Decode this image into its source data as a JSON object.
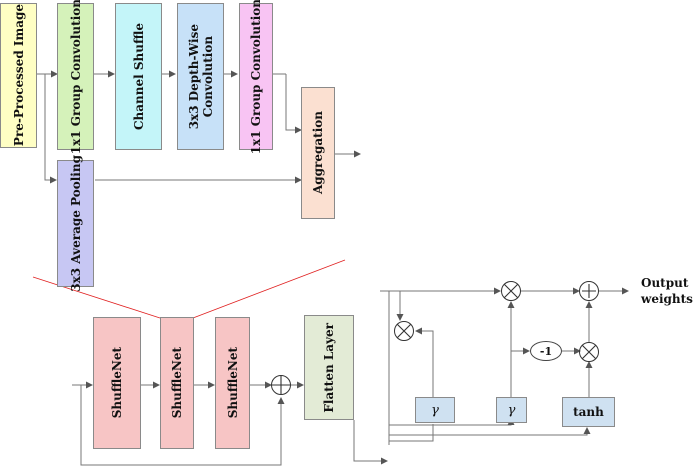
{
  "top_branch": {
    "input": "Pre-Processed Image",
    "group_conv_1": "1x1 Group Convolution",
    "channel_shuffle": "Channel Shuffle",
    "depthwise_line1": "3x3 Depth-Wise",
    "depthwise_line2": "Convolution",
    "group_conv_2": "1x1 Group Convolution",
    "avg_pool": "3x3 Average Pooling",
    "aggregation": "Aggregation"
  },
  "bottom_branch": {
    "shufflenet_1": "ShuffleNet",
    "shufflenet_2": "ShuffleNet",
    "shufflenet_3": "ShuffleNet",
    "flatten": "Flatten Layer"
  },
  "gate": {
    "gamma_1": "γ",
    "gamma_2": "γ",
    "tanh": "tanh",
    "minus_one": "-1",
    "output_line1": "Output",
    "output_line2": "weights"
  },
  "colors": {
    "yellow": "#ffffc4",
    "green": "#d5f2ba",
    "cyan": "#c4f5f9",
    "blue": "#c7e1f8",
    "magenta": "#f8c4f3",
    "peach": "#fbe0d1",
    "lavender": "#c7c7f3",
    "salmon": "#f7c5c5",
    "flatten": "#e3ebd6",
    "gate_blue": "#cfe1f1",
    "zoom_line": "#e02020"
  }
}
